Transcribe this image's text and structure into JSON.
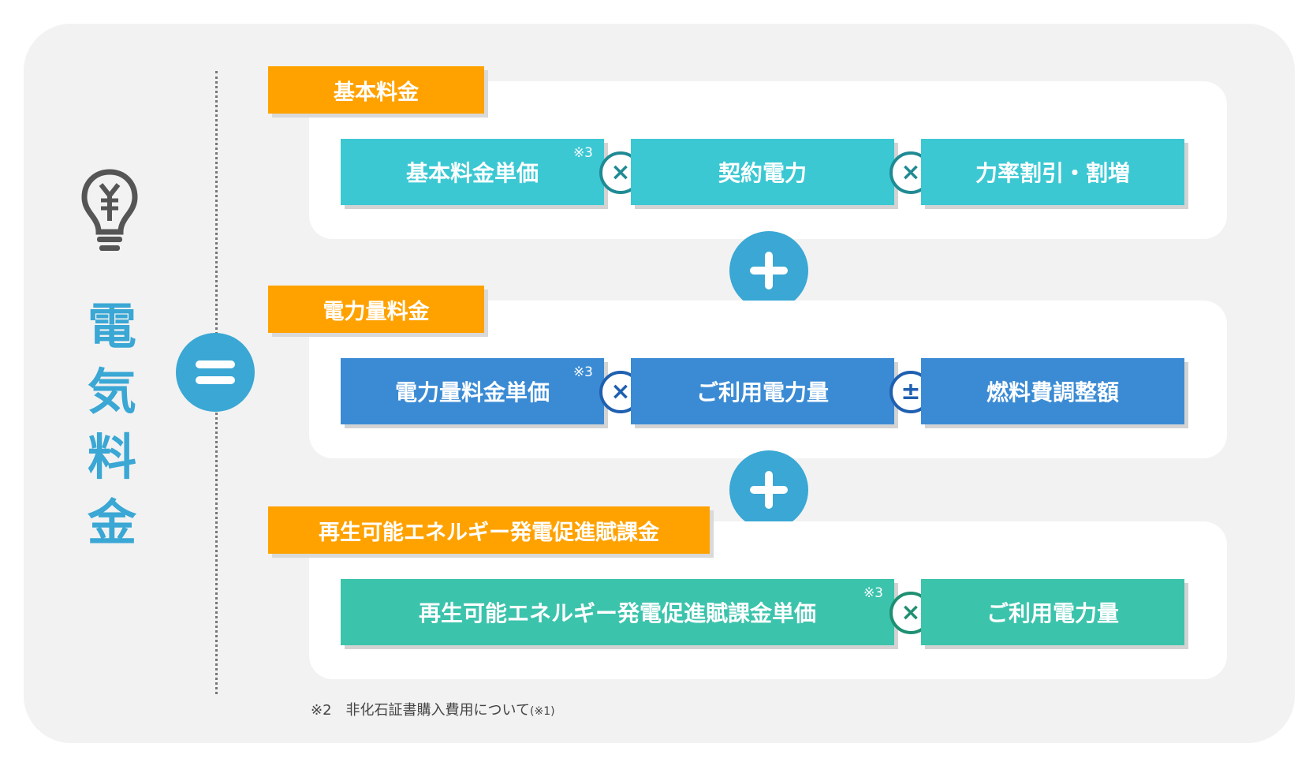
{
  "title": "電気料金",
  "title_chars": [
    "電",
    "気",
    "料",
    "金"
  ],
  "sections": [
    {
      "tag": "基本料金",
      "items": [
        "基本料金単価",
        "契約電力",
        "力率割引・割増"
      ],
      "operators": [
        "×",
        "×"
      ],
      "notes": [
        "※3"
      ]
    },
    {
      "tag": "電力量料金",
      "items": [
        "電力量料金単価",
        "ご利用電力量",
        "燃料費調整額"
      ],
      "operators": [
        "×",
        "±"
      ],
      "notes": [
        "※3"
      ]
    },
    {
      "tag": "再生可能エネルギー発電促進賦課金",
      "items": [
        "再生可能エネルギー発電促進賦課金単価",
        "ご利用電力量"
      ],
      "operators": [
        "×"
      ],
      "notes": [
        "※3"
      ]
    }
  ],
  "footnote": {
    "text": "※2　非化石証書購入費用について",
    "sub": "(※1)"
  },
  "colors": {
    "background": "#f2f2f2",
    "accent_blue": "#3aa7d4",
    "tag_orange": "#ffa200",
    "section1_boxes": "#3bc8d3",
    "section2_boxes": "#3b8bd4",
    "section3_boxes": "#3bc3ac"
  },
  "icons": {
    "bulb": "yen-light-bulb-icon",
    "equals": "equals-icon",
    "plus": "plus-icon",
    "multiply": "multiply-icon",
    "plus_minus": "plus-minus-icon"
  }
}
